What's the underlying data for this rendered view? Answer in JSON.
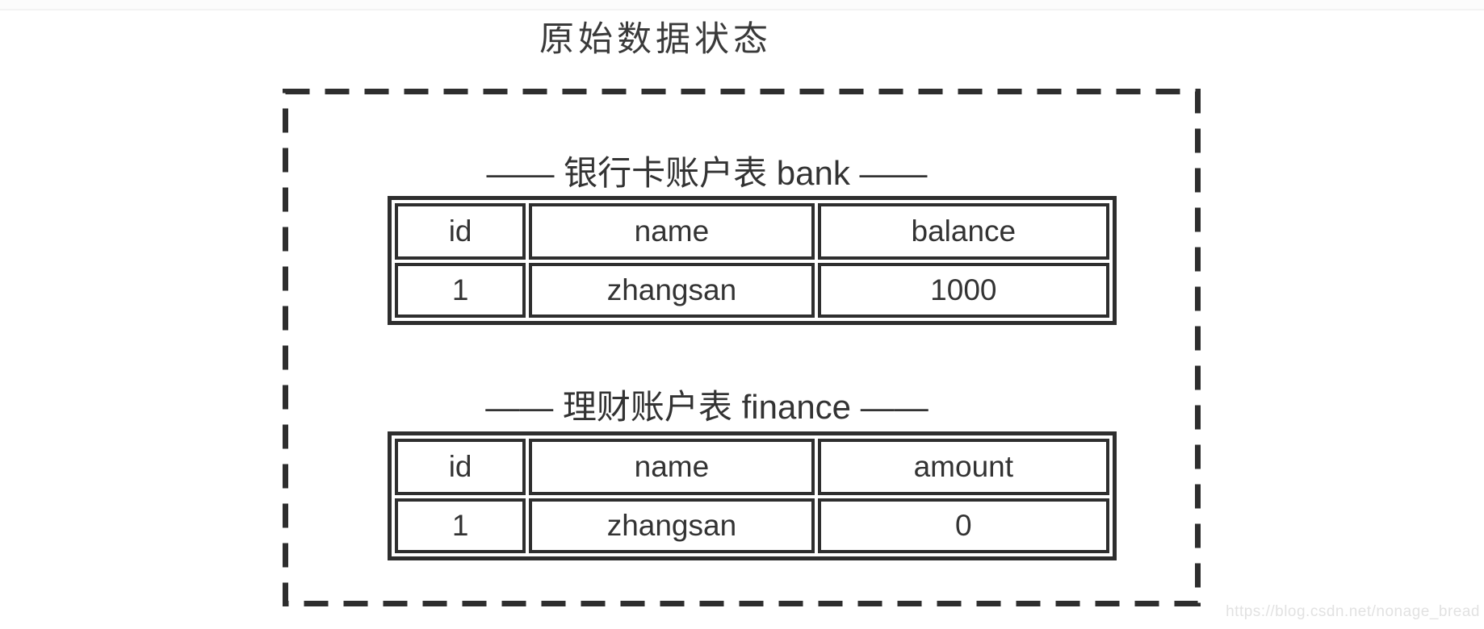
{
  "page": {
    "title": "原始数据状态",
    "watermark": "https://blog.csdn.net/nonage_bread"
  },
  "colors": {
    "ink": "#2e2e2e",
    "text": "#333333",
    "watermark": "#e2e2e2",
    "divider": "#f3f3f3"
  },
  "diagram": {
    "tables": [
      {
        "label": "—— 银行卡账户表 bank ——",
        "columns": [
          "id",
          "name",
          "balance"
        ],
        "rows": [
          [
            "1",
            "zhangsan",
            "1000"
          ]
        ]
      },
      {
        "label": "—— 理财账户表 finance ——",
        "columns": [
          "id",
          "name",
          "amount"
        ],
        "rows": [
          [
            "1",
            "zhangsan",
            "0"
          ]
        ]
      }
    ]
  }
}
